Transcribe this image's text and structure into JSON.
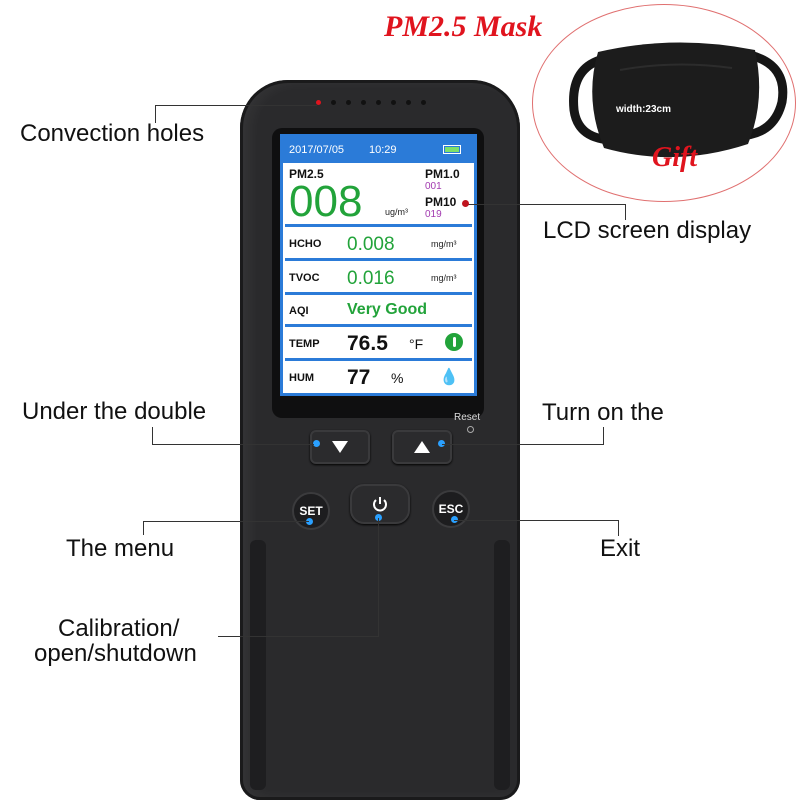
{
  "mask": {
    "title": "PM2.5 Mask",
    "width_label": "width:23cm",
    "gift": "Gift"
  },
  "screen": {
    "date": "2017/07/05",
    "time": "10:29",
    "pm25_label": "PM2.5",
    "pm25_value": "008",
    "pm25_unit": "ug/m³",
    "pm10a_label": "PM1.0",
    "pm10a_value": "001",
    "pm10_label": "PM10",
    "pm10_value": "019",
    "hcho_label": "HCHO",
    "hcho_value": "0.008",
    "hcho_unit": "mg/m³",
    "tvoc_label": "TVOC",
    "tvoc_value": "0.016",
    "tvoc_unit": "mg/m³",
    "aqi_label": "AQI",
    "aqi_value": "Very Good",
    "temp_label": "TEMP",
    "temp_value": "76.5",
    "temp_unit": "°F",
    "hum_label": "HUM",
    "hum_value": "77",
    "hum_unit": "%"
  },
  "device": {
    "reset_label": "Reset",
    "set_label": "SET",
    "esc_label": "ESC"
  },
  "annotations": {
    "convection": "Convection holes",
    "lcd": "LCD screen display",
    "under": "Under the double",
    "turn_on": "Turn on the",
    "menu": "The menu",
    "exit": "Exit",
    "calibration_1": "Calibration/",
    "calibration_2": "open/shutdown"
  },
  "colors": {
    "screen_border": "#2b7bd8",
    "value_green": "#22a33a",
    "pm_purple": "#a23ab0",
    "title_red": "#e0141e",
    "indicator_blue": "#2aa0ff"
  }
}
